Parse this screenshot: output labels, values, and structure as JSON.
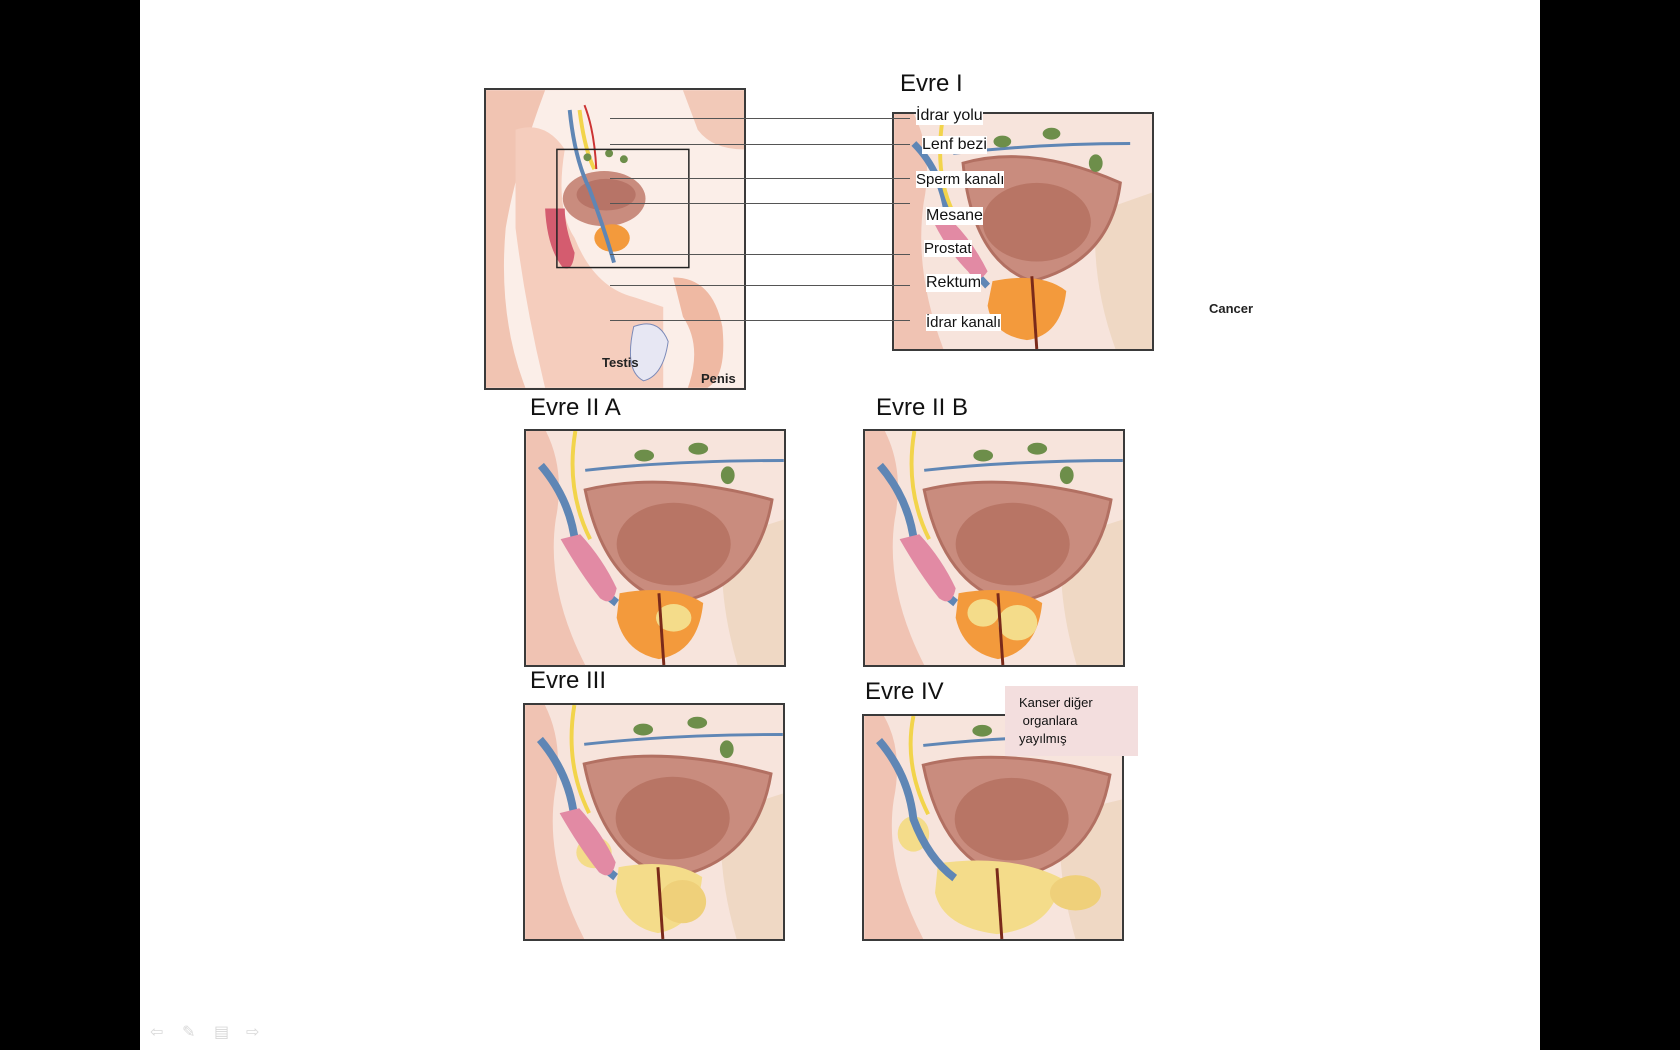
{
  "labels": {
    "urinary_tract": "İdrar yolu",
    "lymph_node": "Lenf bezi",
    "sperm_duct": "Sperm kanalı",
    "bladder": "Mesane",
    "prostate": "Prostat",
    "rectum": "Rektum",
    "urethra": "İdrar kanalı"
  },
  "image_labels": {
    "testis": "Testis",
    "penis": "Penis",
    "cancer": "Cancer"
  },
  "stages": {
    "s1": "Evre I",
    "s2a": "Evre II A",
    "s2b": "Evre II B",
    "s3": "Evre III",
    "s4": "Evre IV"
  },
  "note": {
    "line1": "Kanser diğer",
    "line2": " organlara",
    "line3": "yayılmış"
  },
  "colors": {
    "slide_bg": "#ffffff",
    "frame_bg": "#000000",
    "tissue": "#f7e4dc",
    "bladder": "#c98c7e",
    "prostate": "#f39a3c",
    "tumor": "#f4dc8a",
    "vessel": "#5f86b5",
    "nerve": "#f2d44b",
    "lymph": "#6d8e4a",
    "note_bg": "#f3dede"
  }
}
